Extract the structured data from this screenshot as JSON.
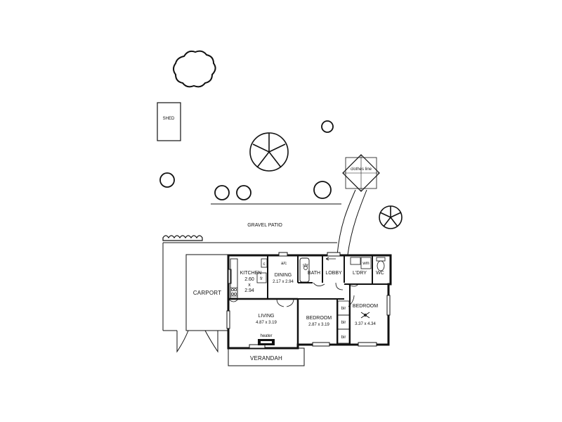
{
  "plan": {
    "site": {
      "shed": "SHED",
      "gravel_patio": "GRAVEL PATIO",
      "clothes_line": "clothes line",
      "carport": "CARPORT",
      "verandah": "VERANDAH"
    },
    "rooms": {
      "kitchen": {
        "name": "KITCHEN",
        "dims_1": "2.60",
        "dims_x": "x",
        "dims_2": "2.94"
      },
      "dining": {
        "name": "DINING",
        "dims": "2.17 x 2.94"
      },
      "bath": {
        "name": "BATH"
      },
      "lobby": {
        "name": "LOBBY"
      },
      "laundry": {
        "name": "L'DRY"
      },
      "wc": {
        "name": "WC"
      },
      "living": {
        "name": "LIVING",
        "dims": "4.87 x 3.19"
      },
      "bedroom_1": {
        "name": "BEDROOM",
        "dims": "2.87 x 3.19"
      },
      "bedroom_2": {
        "name": "BEDROOM",
        "dims": "3.37 x 4.34"
      }
    },
    "fixtures": {
      "ac": "a/c",
      "fridge": "fr",
      "cupboard": "c",
      "shower": "shr",
      "washing_machine": "wm",
      "heater": "heater",
      "bir_1": "bir",
      "bir_2": "bir",
      "bir_3": "bir"
    }
  }
}
